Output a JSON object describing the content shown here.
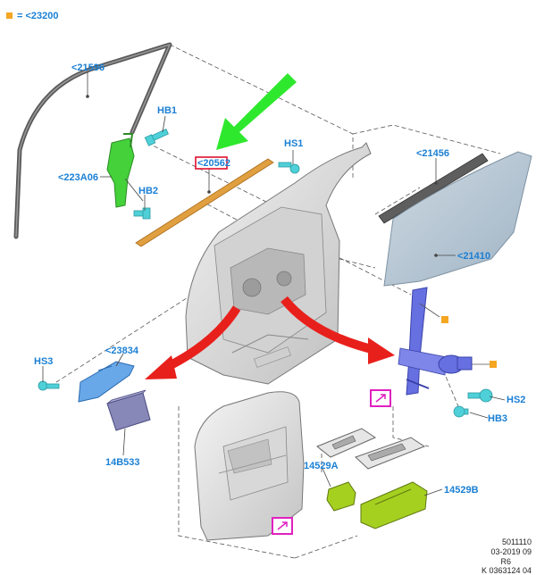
{
  "legend": {
    "marker_color": "#f5a623",
    "text": "= <23200"
  },
  "labels": {
    "l21596": "<21596",
    "hb1": "HB1",
    "l223a06": "<223A06",
    "hb2": "HB2",
    "l20562": "<20562",
    "hs1": "HS1",
    "l21456": "<21456",
    "l21410": "<21410",
    "hs3": "HS3",
    "l23834": "<23834",
    "l14b533": "14B533",
    "hs2": "HS2",
    "hb3": "HB3",
    "l14529a": "14529A",
    "l14529b": "14529B"
  },
  "footer": {
    "line1": "5011110",
    "line2": "03-2019 09",
    "line3": "R6",
    "line4": "K 0363124 04"
  },
  "colors": {
    "label": "#1a7fd4",
    "green_arrow": "#2ee82e",
    "red_arrow": "#e8201c",
    "regulator_green": "#44d13a",
    "regulator_blue": "#6670e0",
    "switch_green": "#a6d020",
    "glass": "#b7c7d4",
    "highlight_box": "#e01030",
    "magenta_box": "#e020c0",
    "orange_marker": "#f5a623"
  },
  "icons": {
    "green_arrow": "down-left-arrow-icon",
    "red_arrow": "curved-arrow-icon",
    "callout": "pointer-callout-icon"
  }
}
